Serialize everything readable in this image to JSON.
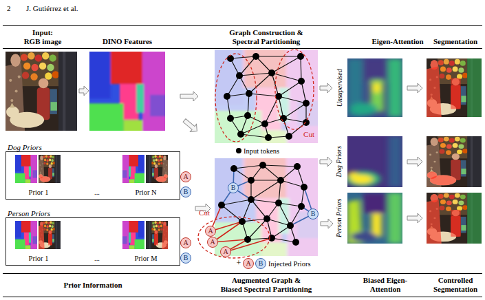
{
  "diagram": {
    "nodes": [
      {
        "text": [
          "Dog Priors",
          "Prior 1",
          "...",
          "Prior N"
        ]
      },
      {
        "text": [
          "A"
        ]
      },
      {
        "text": [
          "B"
        ]
      },
      {
        "text": [
          "Person Priors",
          "Prior 1",
          "...",
          "Prior M"
        ]
      },
      {
        "text": [
          "A"
        ]
      },
      {
        "text": [
          "B"
        ]
      },
      {
        "text": [
          "B"
        ]
      },
      {
        "text": [
          "B"
        ]
      },
      {
        "text": [
          "A"
        ]
      },
      {
        "text": [
          "A"
        ]
      },
      {
        "text": [
          "A"
        ]
      },
      {
        "text": [
          "A"
        ]
      },
      {
        "text": [
          "B"
        ]
      }
    ],
    "labels": [
      "2",
      "J. Gutiérrez et al.",
      "Input: RGB image",
      "DINO Features",
      "Graph Construction & Spectral Partitioning",
      "Eigen-Attention",
      "Segmentation",
      "Unsupervised",
      "Cut",
      "Dog Priors",
      "Person Priors",
      "Cut",
      "+",
      "Prior Information",
      "Augmented Graph & Biased Spectral Partitioning",
      "Biased Eigen-Attention",
      "Controlled Segmentation"
    ],
    "legend": [
      {
        "text": "Input tokens"
      },
      {
        "text": "Injected Priors"
      }
    ]
  }
}
